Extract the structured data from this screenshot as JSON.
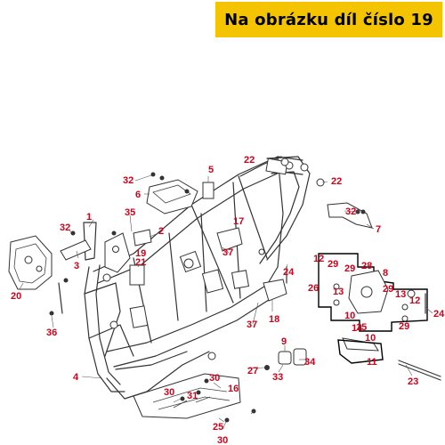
{
  "banner": {
    "text": "Na obrázku díl číslo 19",
    "background": "#f4c400"
  },
  "colors": {
    "label": "#d0021b",
    "line": "#333333"
  },
  "callouts": [
    {
      "n": "1"
    },
    {
      "n": "2"
    },
    {
      "n": "3"
    },
    {
      "n": "4"
    },
    {
      "n": "5"
    },
    {
      "n": "6"
    },
    {
      "n": "7"
    },
    {
      "n": "8"
    },
    {
      "n": "9"
    },
    {
      "n": "10"
    },
    {
      "n": "10"
    },
    {
      "n": "11"
    },
    {
      "n": "12"
    },
    {
      "n": "12"
    },
    {
      "n": "13"
    },
    {
      "n": "13"
    },
    {
      "n": "14"
    },
    {
      "n": "15"
    },
    {
      "n": "16"
    },
    {
      "n": "17"
    },
    {
      "n": "18"
    },
    {
      "n": "19"
    },
    {
      "n": "20"
    },
    {
      "n": "21"
    },
    {
      "n": "22"
    },
    {
      "n": "22"
    },
    {
      "n": "23"
    },
    {
      "n": "24"
    },
    {
      "n": "24"
    },
    {
      "n": "25"
    },
    {
      "n": "26"
    },
    {
      "n": "27"
    },
    {
      "n": "28"
    },
    {
      "n": "29"
    },
    {
      "n": "29"
    },
    {
      "n": "29"
    },
    {
      "n": "29"
    },
    {
      "n": "30"
    },
    {
      "n": "30"
    },
    {
      "n": "30"
    },
    {
      "n": "31"
    },
    {
      "n": "32"
    },
    {
      "n": "32"
    },
    {
      "n": "32"
    },
    {
      "n": "33"
    },
    {
      "n": "34"
    },
    {
      "n": "35"
    },
    {
      "n": "36"
    },
    {
      "n": "37"
    },
    {
      "n": "37"
    }
  ]
}
